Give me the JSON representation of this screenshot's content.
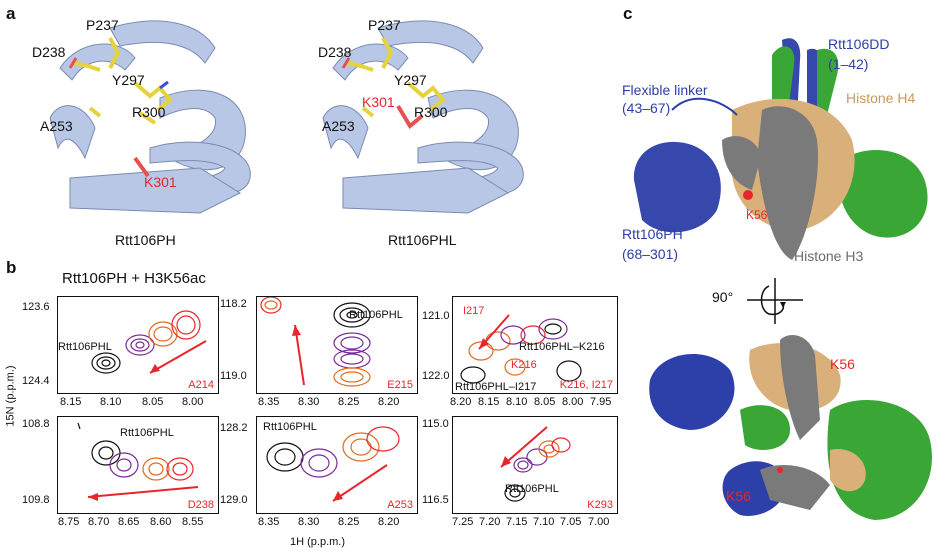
{
  "panel_a": {
    "letter": "a",
    "left_structure": {
      "caption": "Rtt106PH",
      "labels": [
        "P237",
        "D238",
        "Y297",
        "A253",
        "R300",
        "K301"
      ]
    },
    "right_structure": {
      "caption": "Rtt106PHL",
      "labels": [
        "P237",
        "D238",
        "Y297",
        "K301",
        "A253",
        "R300"
      ]
    }
  },
  "panel_b": {
    "letter": "b",
    "title": "Rtt106PH + H3K56ac",
    "y_axis_title": "15N (p.p.m.)",
    "x_axis_title": "1H (p.p.m.)",
    "plots": [
      {
        "residue": "A214",
        "yticks": [
          "123.6",
          "124.4"
        ],
        "xticks": [
          "8.15",
          "8.10",
          "8.05",
          "8.00"
        ],
        "labels": [
          "Rtt106PHL"
        ]
      },
      {
        "residue": "E215",
        "yticks": [
          "118.2",
          "119.0"
        ],
        "xticks": [
          "8.35",
          "8.30",
          "8.25",
          "8.20"
        ],
        "labels": [
          "Rtt106PHL"
        ]
      },
      {
        "residue": "K216, I217",
        "yticks": [
          "121.0",
          "122.0"
        ],
        "xticks": [
          "8.20",
          "8.15",
          "8.10",
          "8.05",
          "8.00",
          "7.95"
        ],
        "labels": [
          "I217",
          "K216",
          "Rtt106PHL–K216",
          "Rtt106PHL–I217"
        ]
      },
      {
        "residue": "D238",
        "yticks": [
          "108.8",
          "109.8"
        ],
        "xticks": [
          "8.75",
          "8.70",
          "8.65",
          "8.60",
          "8.55"
        ],
        "labels": [
          "Rtt106PHL"
        ]
      },
      {
        "residue": "A253",
        "yticks": [
          "128.2",
          "129.0"
        ],
        "xticks": [
          "8.35",
          "8.30",
          "8.25",
          "8.20"
        ],
        "labels": [
          "Rtt106PHL"
        ]
      },
      {
        "residue": "K293",
        "yticks": [
          "115.0",
          "116.5"
        ],
        "xticks": [
          "7.25",
          "7.20",
          "7.15",
          "7.10",
          "7.05",
          "7.00"
        ],
        "labels": [
          "Rtt106PHL"
        ]
      }
    ]
  },
  "panel_c": {
    "letter": "c",
    "labels": {
      "dd": "Rtt106DD",
      "dd_range": "(1–42)",
      "linker": "Flexible linker",
      "linker_range": "(43–67)",
      "h4": "Histone H4",
      "ph": "Rtt106PH",
      "ph_range": "(68–301)",
      "k56_top": "K56",
      "h3": "Histone H3",
      "rotation": "90°",
      "k56_right": "K56",
      "k56_bottom": "K56"
    },
    "colors": {
      "dd": "#2d3fa8",
      "h4": "#d9b07a",
      "h3": "#7a7a7a",
      "green": "#3aa635",
      "red": "#e8252b"
    }
  }
}
